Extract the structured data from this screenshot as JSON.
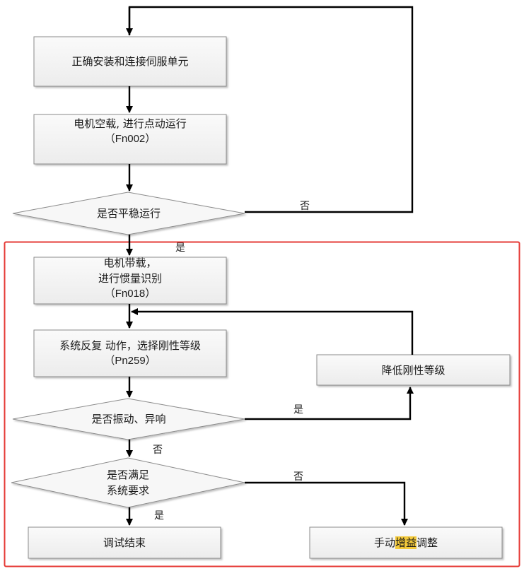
{
  "colors": {
    "box_fill": "#f2f2f2",
    "border": "#8c8c8c",
    "arrow": "#000000",
    "highlight": "#e53935",
    "keyword_highlight": "#f3c93a"
  },
  "nodes": {
    "install": {
      "text": "正确安装和连接伺服单元"
    },
    "noload": {
      "line1": "电机空载, 进行点动运行",
      "line2": "（Fn002）"
    },
    "stable": {
      "text": "是否平稳运行"
    },
    "load": {
      "line1": "电机带载，",
      "line2": "进行惯量识别",
      "line3": "（Fn018）"
    },
    "repeat": {
      "line1": "系统反复 动作，选择刚性等级",
      "line2": "（Pn259）"
    },
    "lower": {
      "text": "降低刚性等级"
    },
    "vibrate": {
      "text": "是否振动、异响"
    },
    "meet": {
      "line1": "是否满足",
      "line2": "系统要求"
    },
    "end": {
      "text": "调试结束"
    },
    "manual": {
      "prefix": "手动",
      "highlight": "增益",
      "suffix": "调整"
    }
  },
  "edges": {
    "stable_no": "否",
    "stable_yes": "是",
    "vibrate_yes": "是",
    "vibrate_no": "否",
    "meet_no": "否",
    "meet_yes": "是"
  }
}
